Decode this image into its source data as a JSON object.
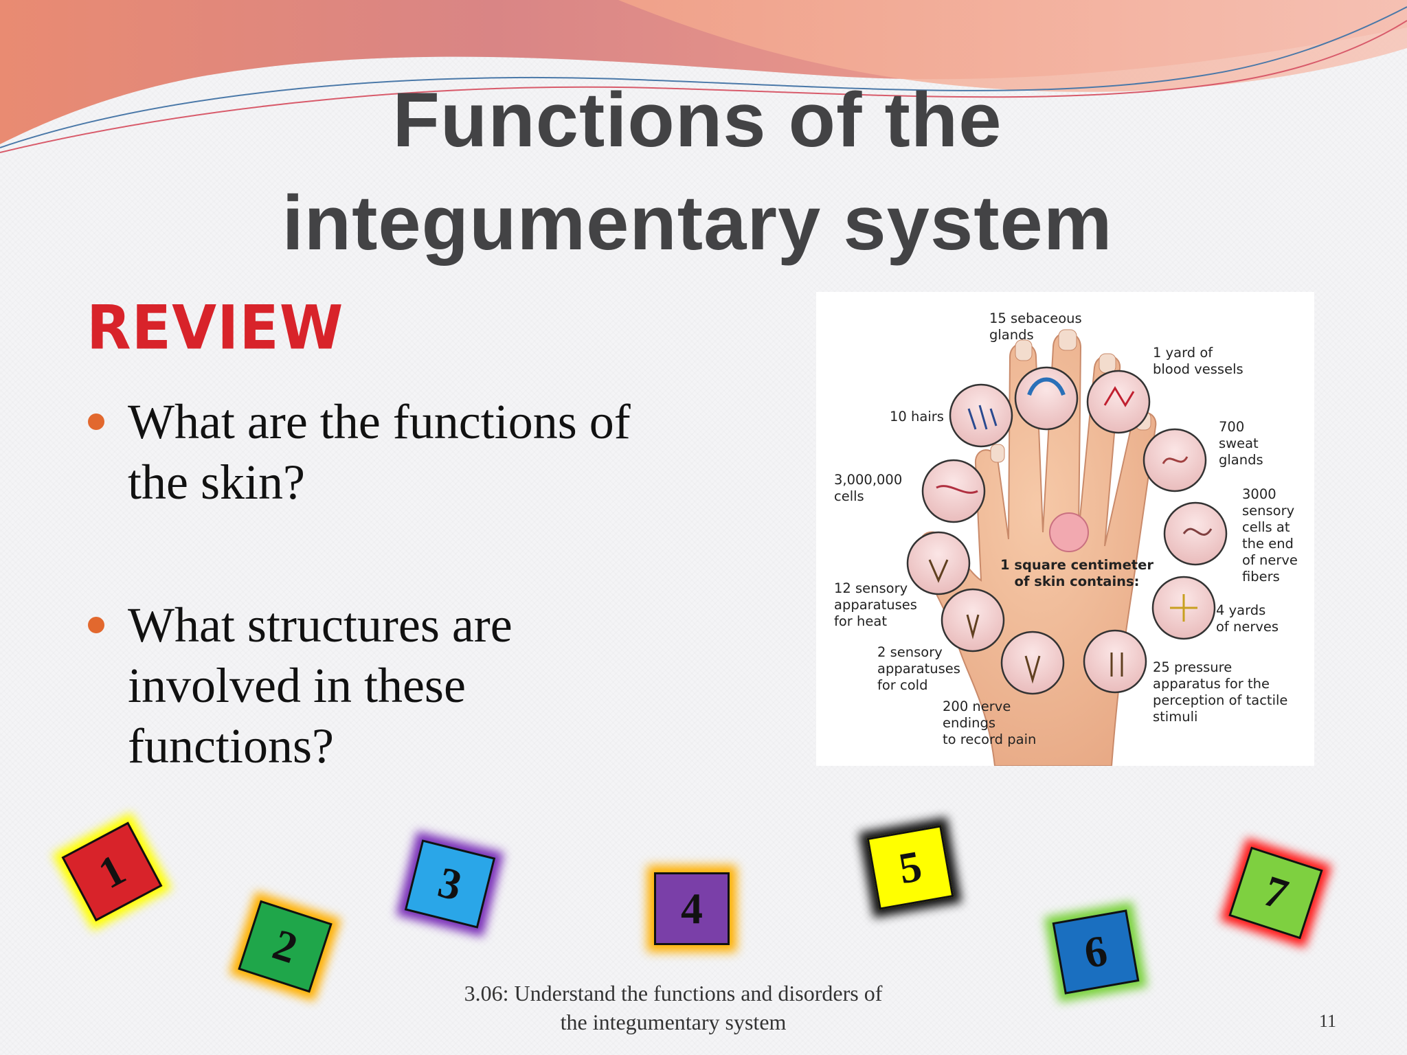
{
  "slide": {
    "title_line1": "Functions of the",
    "title_line2": "integumentary system",
    "section_label": "Review",
    "bullets": [
      "What are the functions of the skin?",
      "What structures are involved in these functions?"
    ],
    "footer": "3.06: Understand the functions and disorders of\nthe integumentary system",
    "page_number": "11"
  },
  "figure": {
    "labels": {
      "sebaceous": "15 sebaceous\nglands",
      "blood": "1 yard of\nblood vessels",
      "hairs": "10 hairs",
      "sweat": "700\nsweat\nglands",
      "cells": "3,000,000\ncells",
      "sensory_cells": "3000\nsensory\ncells at\nthe end\nof nerve\nfibers",
      "center": "1 square centimeter\nof skin contains:",
      "heat": "12 sensory\napparatuses\nfor heat",
      "nerves": "4 yards\nof nerves",
      "cold": "2 sensory\napparatuses\nfor cold",
      "pressure": "25 pressure\napparatus for the\nperception of tactile\nstimuli",
      "pain": "200 nerve\nendings\nto record pain"
    }
  },
  "dice": [
    {
      "number": "1",
      "face": "#d8232a",
      "glow": "#ffff00"
    },
    {
      "number": "2",
      "face": "#1fa64a",
      "glow": "#ffb000"
    },
    {
      "number": "3",
      "face": "#2aa6e8",
      "glow": "#7a2fb8"
    },
    {
      "number": "4",
      "face": "#7a3fa8",
      "glow": "#ffb000"
    },
    {
      "number": "5",
      "face": "#ffff00",
      "glow": "#111111"
    },
    {
      "number": "6",
      "face": "#1a6fc0",
      "glow": "#7ad23c"
    },
    {
      "number": "7",
      "face": "#7ed040",
      "glow": "#ff1a1a"
    }
  ]
}
